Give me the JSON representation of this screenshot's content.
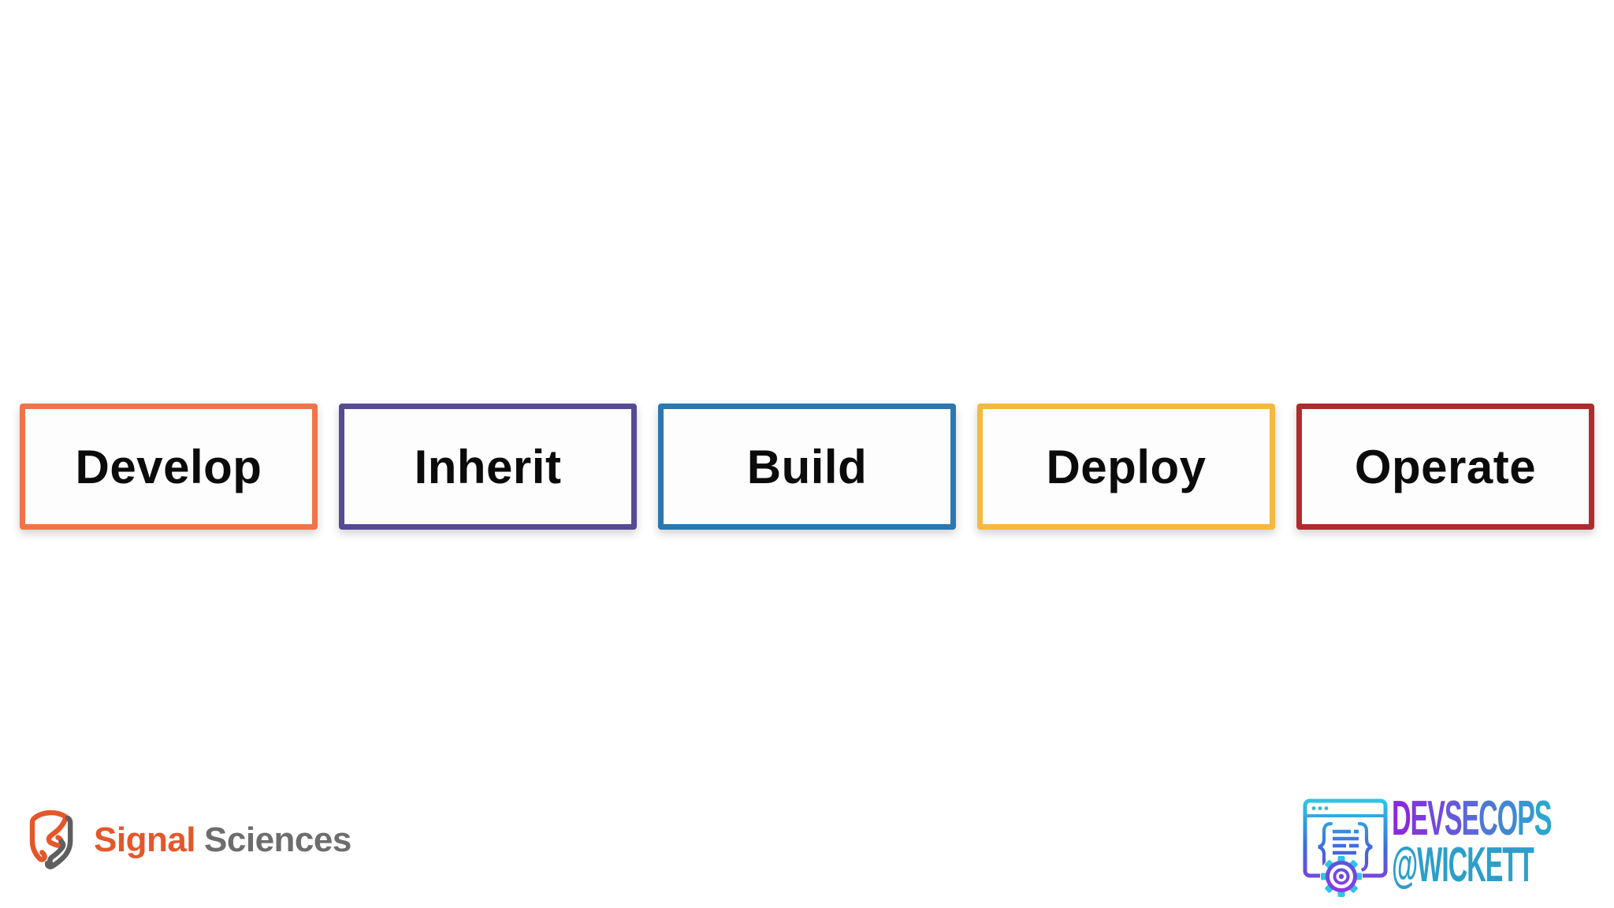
{
  "slide": {
    "background": "#ffffff"
  },
  "pipeline": {
    "box_fill": "#fdfdfe",
    "label_color": "#0b0b0b",
    "stages": [
      {
        "label": "Develop",
        "border_color": "#f0744b"
      },
      {
        "label": "Inherit",
        "border_color": "#564a92"
      },
      {
        "label": "Build",
        "border_color": "#2b77af"
      },
      {
        "label": "Deploy",
        "border_color": "#f5b93e"
      },
      {
        "label": "Operate",
        "border_color": "#ae2c2e"
      }
    ]
  },
  "footer": {
    "signal_sciences": {
      "icon": "shield-s-icon",
      "word1": "Signal",
      "word2": "Sciences",
      "word1_color": "#e4572a",
      "word2_color": "#6d6d6d",
      "icon_orange": "#e4572a",
      "icon_gray": "#5f5f5f"
    },
    "wickett": {
      "icon": "browser-code-gear-icon",
      "line1": "DEVSECOPS",
      "line2": "@WICKETT",
      "line1_gradient_start": "#8a2ae0",
      "line1_gradient_end": "#2ba6cf",
      "line2_color": "#2b9fca",
      "icon_gradient_top": "#2ec5e6",
      "icon_gradient_bottom": "#9a2fe2"
    }
  }
}
